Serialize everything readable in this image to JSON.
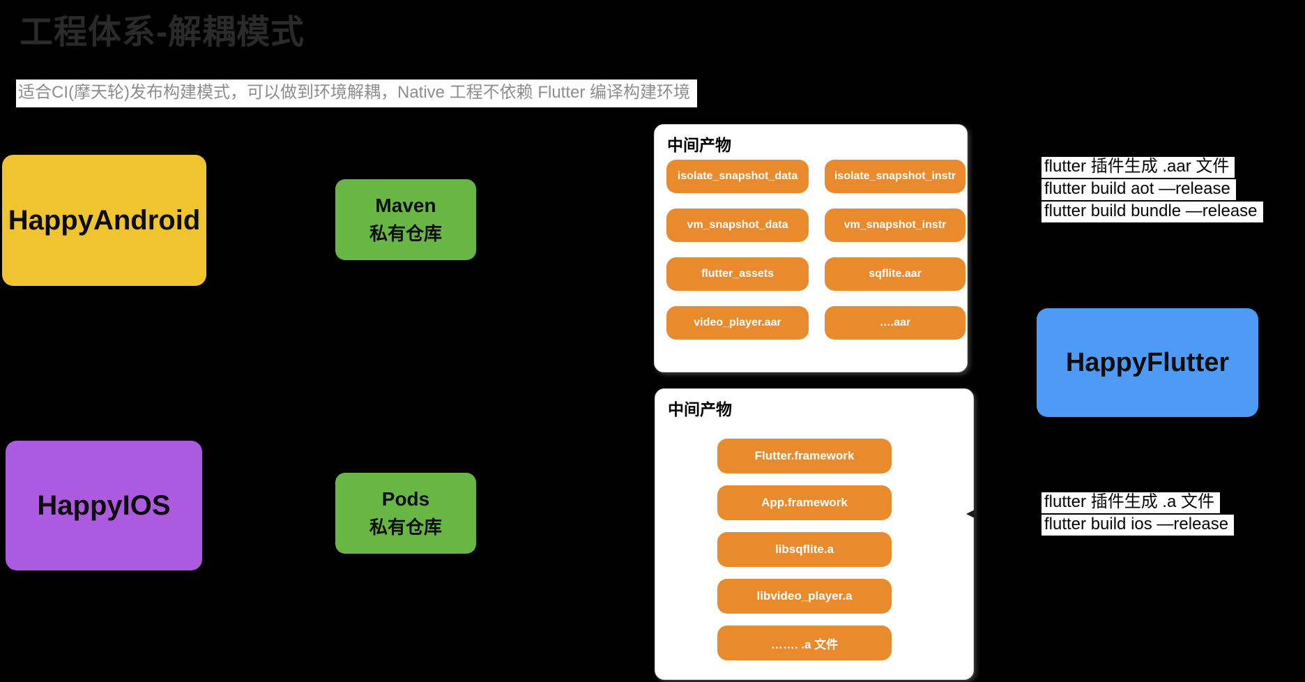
{
  "slide": {
    "title": "工程体系-解耦模式",
    "subtitle": "适合CI(摩天轮)发布构建模式，可以做到环境解耦，Native 工程不依赖 Flutter 编译构建环境"
  },
  "nodes": {
    "happy_android": {
      "label": "HappyAndroid",
      "color": "#efc42f"
    },
    "maven": {
      "name": "Maven",
      "subtitle": "私有仓库",
      "color": "#68b744"
    },
    "happy_ios": {
      "label": "HappyIOS",
      "color": "#ac5be0"
    },
    "pods": {
      "name": "Pods",
      "subtitle": "私有仓库",
      "color": "#68b744"
    },
    "happy_flutter": {
      "label": "HappyFlutter",
      "color": "#4d9bf5"
    }
  },
  "android_artifacts": {
    "title": "中间产物",
    "items": [
      "isolate_snapshot_data",
      "isolate_snapshot_instr",
      "vm_snapshot_data",
      "vm_snapshot_instr",
      "flutter_assets",
      "sqflite.aar",
      "video_player.aar",
      "….aar"
    ]
  },
  "ios_artifacts": {
    "title": "中间产物",
    "items": [
      "Flutter.framework",
      "App.framework",
      "libsqflite.a",
      "libvideo_player.a",
      "……. .a 文件"
    ]
  },
  "android_build_notes": [
    "flutter 插件生成 .aar 文件",
    "flutter build aot —release",
    "flutter build bundle —release"
  ],
  "ios_build_notes": [
    "flutter 插件生成 .a 文件",
    "flutter build ios —release"
  ],
  "colors": {
    "background": "#000000",
    "title_text": "#2a2a2a",
    "subtitle_text": "#8d8d8d",
    "artifact_pill": "#e98a2c",
    "pill_text": "#ffffff",
    "panel_bg": "#ffffff",
    "panel_border": "#d6d6d6",
    "note_bg": "#ffffff",
    "note_text": "#050505"
  }
}
